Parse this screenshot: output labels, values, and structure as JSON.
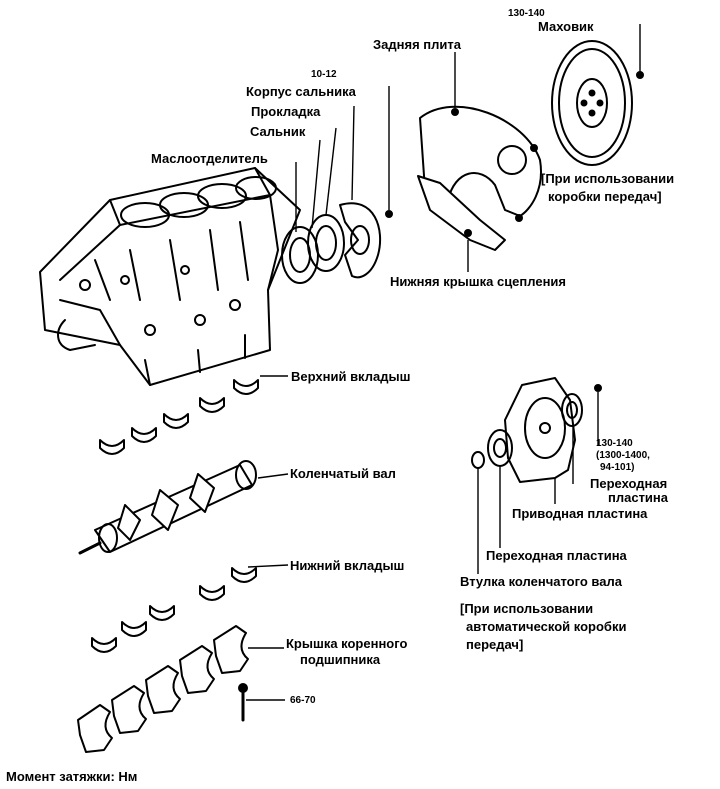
{
  "labels": {
    "torque_flywheel": "130-140",
    "flywheel": "Маховик",
    "rear_plate": "Задняя плита",
    "torque_seal_housing": "10-12",
    "seal_housing": "Корпус сальника",
    "gasket": "Прокладка",
    "oil_seal": "Сальник",
    "oil_separator": "Маслоотделитель",
    "manual_note_1": "[При использовании",
    "manual_note_2": "коробки передач]",
    "lower_clutch_cover": "Нижняя крышка сцепления",
    "upper_bearing": "Верхний вкладыш",
    "crankshaft": "Коленчатый вал",
    "lower_bearing": "Нижний вкладыш",
    "main_cap_1": "Крышка коренного",
    "main_cap_2": "подшипника",
    "torque_cap_bolt": "66-70",
    "torque_unit": "Момент затяжки: Нм",
    "torque_drive_plate_1": "130-140",
    "torque_drive_plate_2": "(1300-1400,",
    "torque_drive_plate_3": "94-101)",
    "adapter_plate_upper_1": "Переходная",
    "adapter_plate_upper_2": "пластина",
    "drive_plate": "Приводная пластина",
    "adapter_plate_lower": "Переходная пластина",
    "crank_bushing": "Втулка коленчатого вала",
    "auto_note_1": "[При использовании",
    "auto_note_2": "автоматической коробки",
    "auto_note_3": "передач]"
  }
}
